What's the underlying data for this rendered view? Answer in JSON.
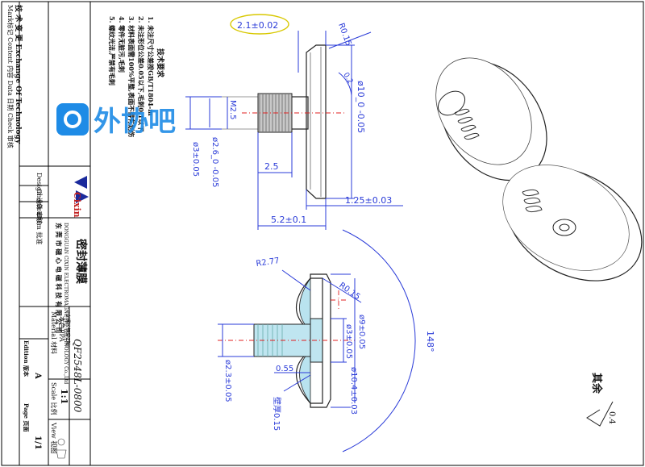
{
  "dimensions": {
    "flatness": "2.1±0.02",
    "radius_top": "R0.15",
    "dia_outer": "ø10_0 -0.05",
    "chamfer": "0.2",
    "thread": "M2.5",
    "dia_shaft": "ø3±0.05",
    "dia_neck": "ø2.6_0 -0.05",
    "len_thread": "2.5",
    "thick_head": "1.25±0.03",
    "len_total": "5.2±0.1",
    "radius_dome": "R2.77",
    "radius_edge": "R0.15",
    "dia_9": "ø9±0.05",
    "dia_3": "ø3±0.05",
    "dia_104": "ø10.4±0.03",
    "dia_23": "ø2.3±0.05",
    "gap": "0.55",
    "angle": "148°",
    "wall": "壁厚0.15",
    "rest_label": "其余",
    "rest_rough": "0.4"
  },
  "notes": {
    "title": "技术要求",
    "lines": [
      "1. 未注尺寸公差按GB/T1804-m",
      "2. 未注形位公差0.05以下,毛刺0.1以下",
      "3. 材料表面需100%平整,表面不得有划伤",
      "4. 零件无脏污,毛刺",
      "5. 螺纹光洁,严禁有毛刺"
    ]
  },
  "titleblock": {
    "company_cn": "东 莞 市 磁 心 电 磁 科 技 有 限 公 司",
    "company_en": "DONGGUAN CIXIN ELECTROMAGNETIC TECHNOLOGY Co.,Ltd",
    "part_name": "密封薄膜",
    "material_label": "Material 材料",
    "material_value": "本色PPA",
    "material_note": "(含螺纹钢套Z轴)",
    "scale_label": "Scale 比例",
    "scale_value": "1:1",
    "view_label": "View 视图",
    "drawing_no": "QF2548L-0800",
    "edition_label": "Edition 版本",
    "edition_value": "A",
    "page_label": "Page 页面",
    "page_value": "1/1",
    "design": "Design 设计",
    "check": "Check 审核",
    "confirm": "Confirm 批准",
    "logo_text": "Cixin",
    "rev_header": "Mark标记 Content 内容 Data 日期 Check 审核",
    "rev_header2": "技 术 变 更 Exchange Of Technology"
  },
  "watermark": "外协吧"
}
